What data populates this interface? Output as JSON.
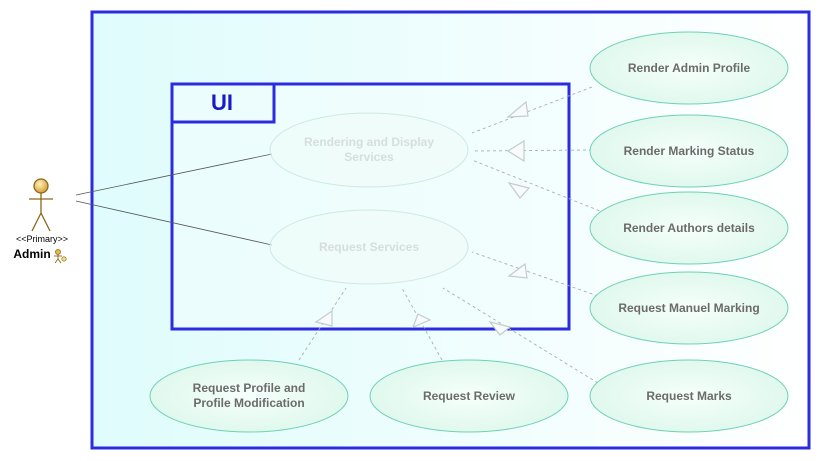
{
  "diagram": {
    "package_name": "UI",
    "actor": {
      "stereotype": "<<Primary>>",
      "name": "Admin"
    },
    "use_cases": {
      "rendering": "Rendering and Display\nServices",
      "request": "Request Services",
      "render_admin_profile": "Render Admin Profile",
      "render_marking_status": "Render Marking Status",
      "render_authors_details": "Render Authors details",
      "request_manuel_marking": "Request Manuel Marking",
      "request_marks": "Request Marks",
      "request_review": "Request Review",
      "request_profile": "Request Profile and\nProfile Modification"
    },
    "colors": {
      "border_blue": "#2b2be0",
      "ellipse_fill": "#e6fbf2",
      "ellipse_stroke": "#6fd1b5",
      "actor_fill": "#e8b84a"
    }
  }
}
